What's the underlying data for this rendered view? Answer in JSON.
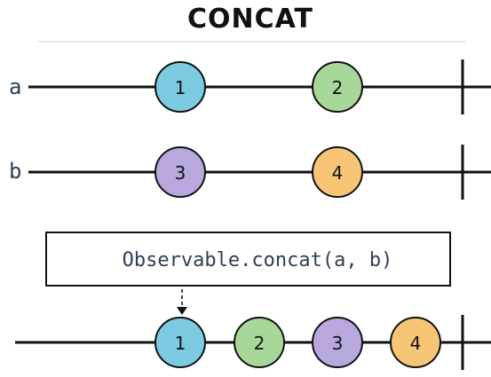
{
  "title": "CONCAT",
  "streams": [
    {
      "label": "a",
      "marbles": [
        {
          "value": "1",
          "color": "#7ccbe3"
        },
        {
          "value": "2",
          "color": "#a8d79a"
        }
      ]
    },
    {
      "label": "b",
      "marbles": [
        {
          "value": "3",
          "color": "#b8a8dd"
        },
        {
          "value": "4",
          "color": "#f6c676"
        }
      ]
    }
  ],
  "operator": {
    "text": "Observable.concat(a, b)"
  },
  "output": {
    "marbles": [
      {
        "value": "1",
        "color": "#7ccbe3"
      },
      {
        "value": "2",
        "color": "#a8d79a"
      },
      {
        "value": "3",
        "color": "#b8a8dd"
      },
      {
        "value": "4",
        "color": "#f6c676"
      }
    ]
  }
}
